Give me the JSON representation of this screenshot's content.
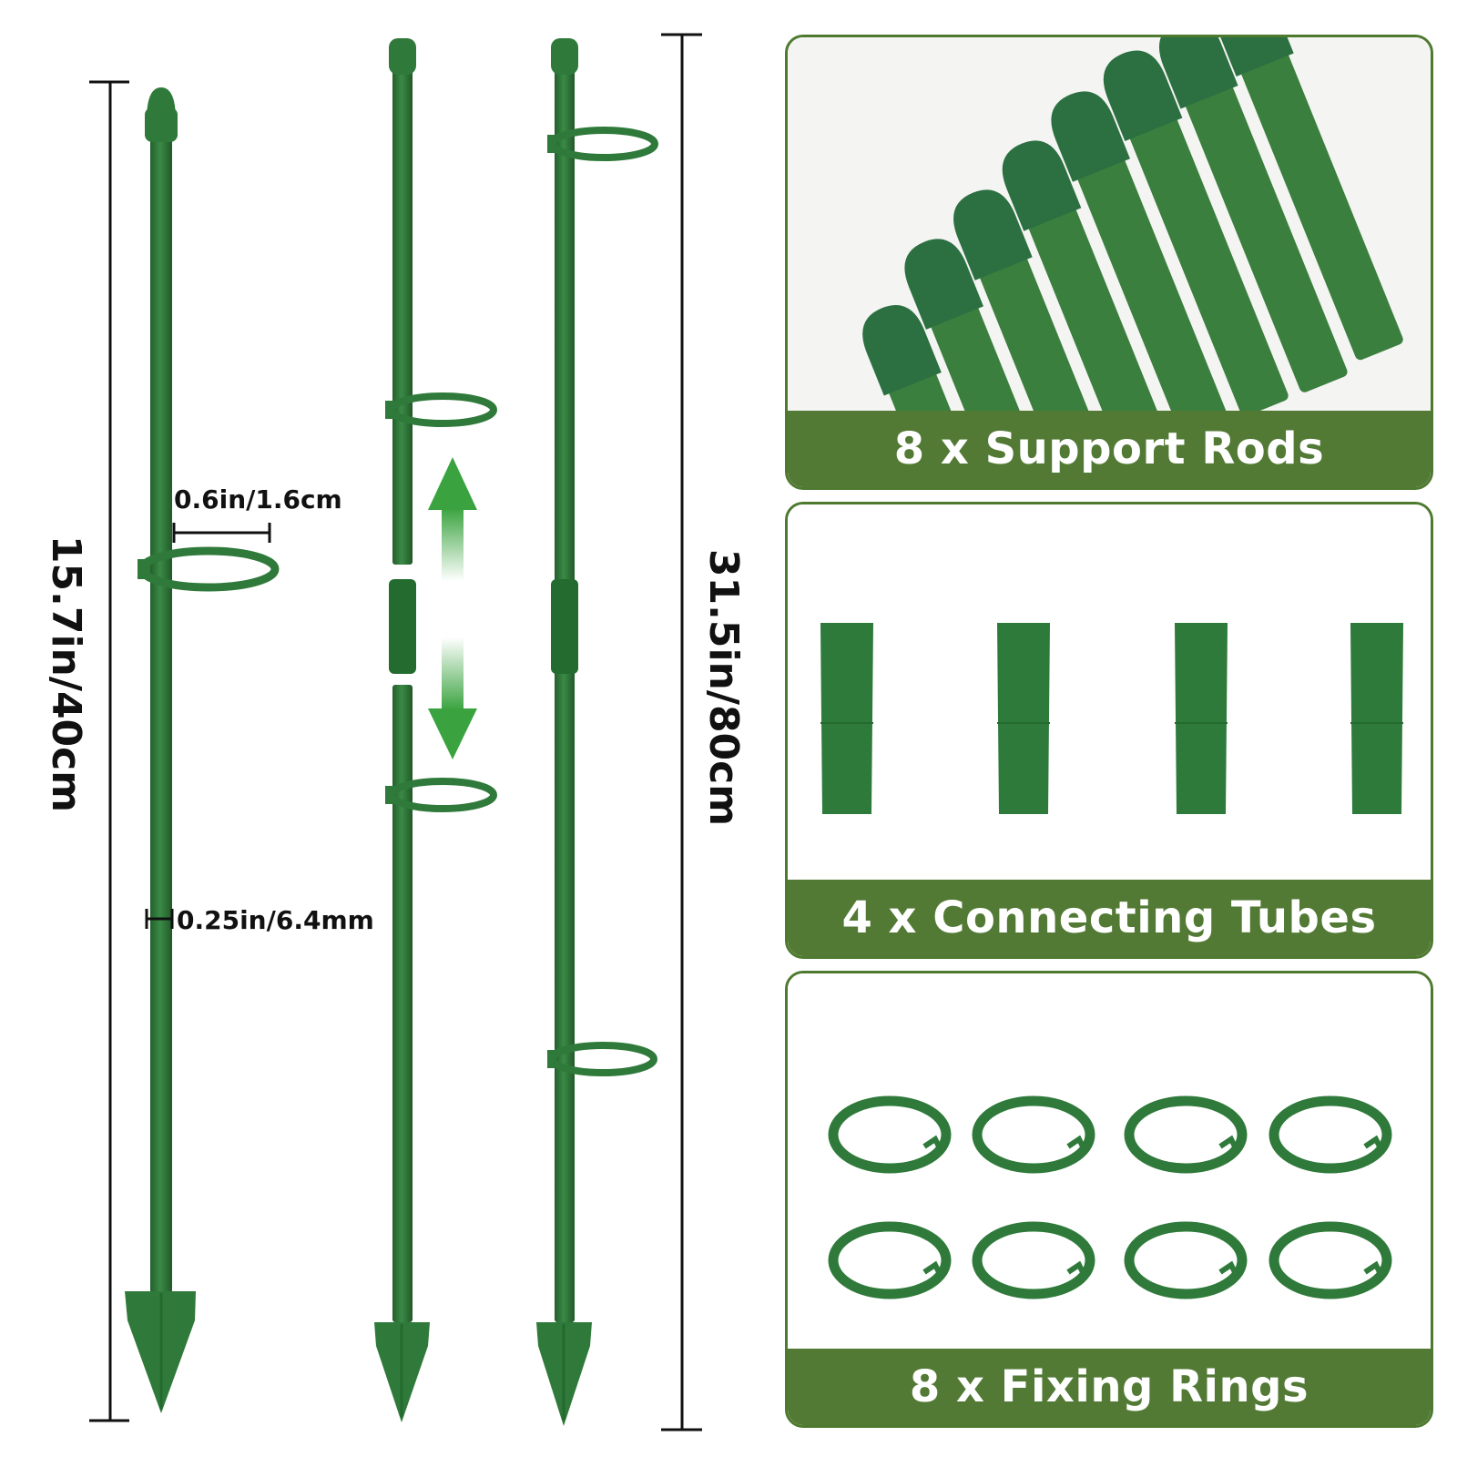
{
  "dimensions": {
    "short_height": "15.7in/40cm",
    "long_height": "31.5in/80cm",
    "ring_width": "0.6in/1.6cm",
    "rod_diameter": "0.25in/6.4mm"
  },
  "panels": [
    {
      "caption": "8 x Support Rods"
    },
    {
      "caption": "4 x Connecting Tubes"
    },
    {
      "caption": "8 x Fixing Rings"
    }
  ],
  "colors": {
    "rod": "#2f7a3a",
    "rod_dark": "#235f2c",
    "caption_bg": "#527a35",
    "panel_border": "#4e7a30",
    "arrow": "#3aa33f"
  },
  "icons": [
    "up-arrow-icon",
    "down-arrow-icon"
  ]
}
